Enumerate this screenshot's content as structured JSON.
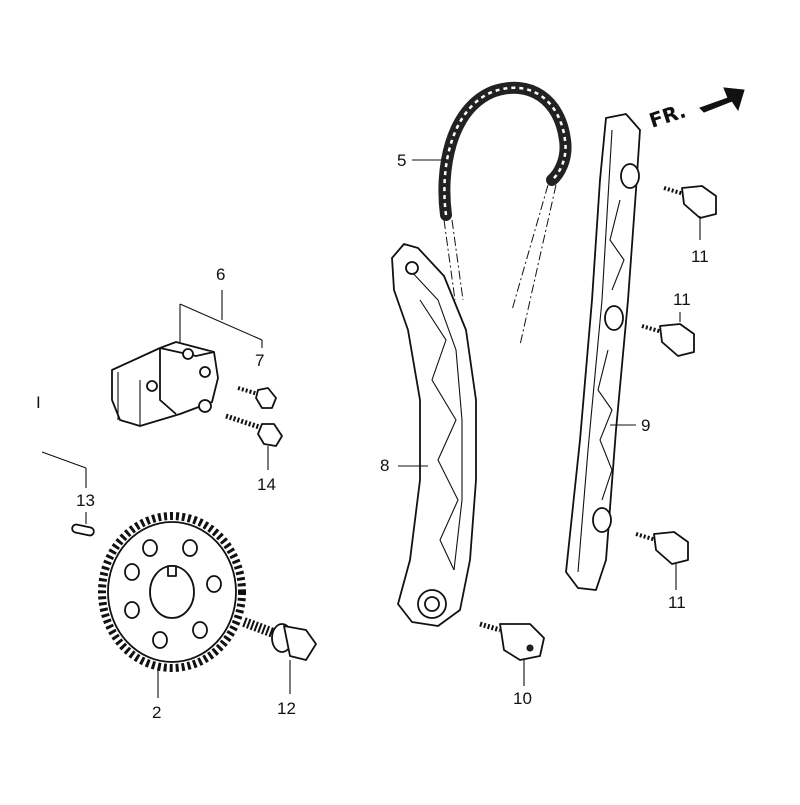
{
  "diagram": {
    "direction_label": "FR.",
    "callouts": {
      "c2": "2",
      "c5": "5",
      "c6": "6",
      "c7": "7",
      "c8": "8",
      "c9": "9",
      "c10": "10",
      "c11a": "11",
      "c11b": "11",
      "c11c": "11",
      "c12": "12",
      "c13": "13",
      "c14": "14",
      "c_i": "I"
    }
  }
}
